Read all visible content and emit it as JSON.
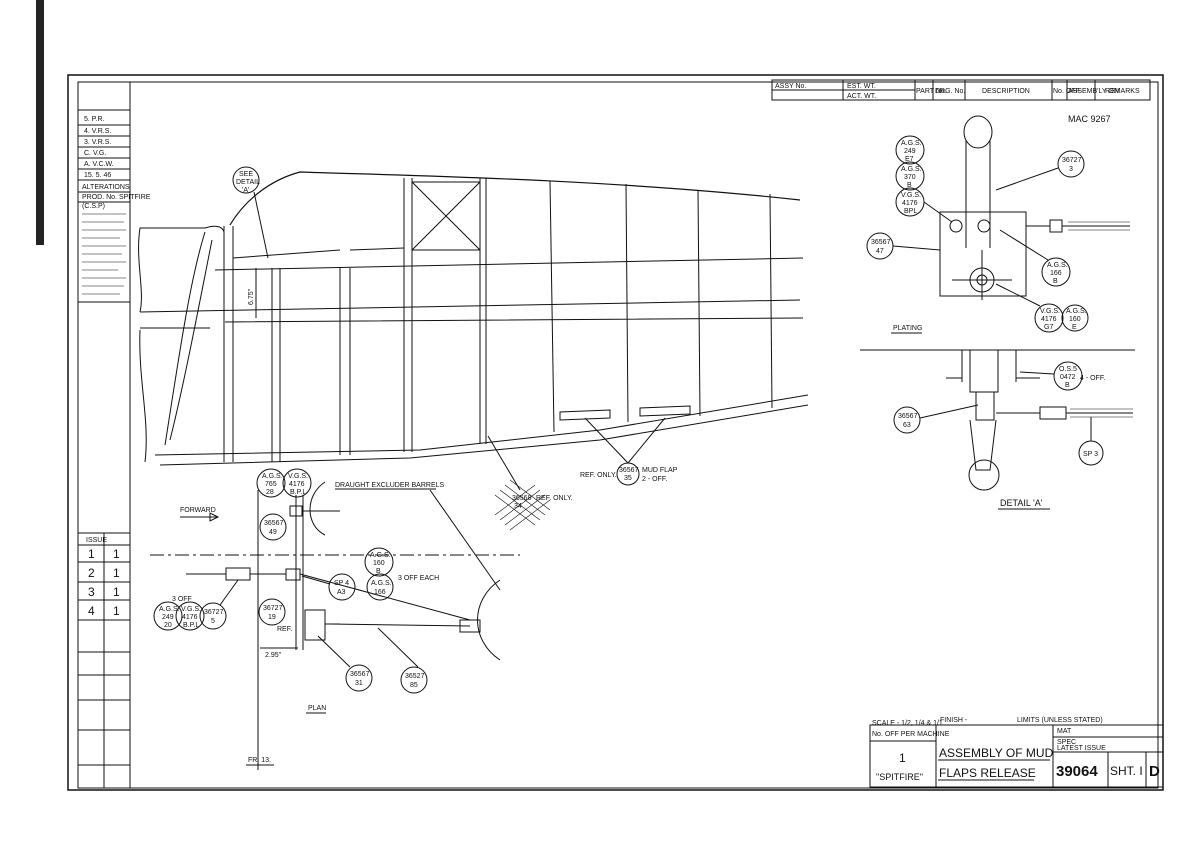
{
  "header_table": {
    "assy_no": "ASSY No.",
    "est_wt": "EST. WT.",
    "act_wt": "ACT. WT.",
    "part_no": "PART No.",
    "drg_no": "DRG. No.",
    "description": "DESCRIPTION",
    "no_off": "No. OFF",
    "assembly_on": "ASSEMB'LY ON",
    "remarks": "REMARKS"
  },
  "mod_ref": "MAC 9267",
  "left_block": {
    "rows": [
      "5. P.R.",
      "4. V.R.S.",
      "3. V.R.S.",
      "C. V.G.",
      "A. V.C.W.",
      "15. 5. 46",
      "ALTERATIONS",
      "PROD. No. SPITFIRE",
      "(C.S.P)"
    ],
    "issue_header": "ISSUE",
    "issue_rows": [
      [
        "1",
        "1"
      ],
      [
        "2",
        "1"
      ],
      [
        "3",
        "1"
      ],
      [
        "4",
        "1"
      ]
    ]
  },
  "labels": {
    "see_detail": [
      "SEE",
      "DETAIL",
      "'A'"
    ],
    "dim_vertical": "6.75\"",
    "dim_horizontal": "2.95\"",
    "forward": "FORWARD",
    "draught_excluder": "DRAUGHT EXCLUDER BARRELS",
    "ref_only_mud_flap": "REF. ONLY.",
    "mud_flap": "MUD FLAP",
    "two_off": "2 - OFF.",
    "ref_only_hatch": "REF. ONLY.",
    "three_off_each": "3 OFF EACH",
    "three_off": "3 OFF",
    "ref": "REF.",
    "plan": "PLAN",
    "fr13": "FR. 13.",
    "plating": "PLATING",
    "four_off": "4 - OFF.",
    "detail_a": "DETAIL 'A'"
  },
  "balloons": {
    "ags249": [
      "A.G.S.",
      "249",
      "E7"
    ],
    "ags370": [
      "A.G.S.",
      "370",
      "B"
    ],
    "vgs4176": [
      "V.G.S.",
      "4176",
      "BPL"
    ],
    "p36727_3": [
      "36727",
      "3"
    ],
    "p36567_47": [
      "36567",
      "47"
    ],
    "ags166_detail": [
      "A.G.S.",
      "166",
      "B"
    ],
    "vgs4176_g7": [
      "V.G.S.",
      "4176",
      "G7"
    ],
    "ags160_e": [
      "A.G.S.",
      "160",
      "E"
    ],
    "os5": [
      "O.S.5",
      "0472",
      "B"
    ],
    "p36567_63": [
      "36567",
      "63"
    ],
    "sp3": [
      "SP 3"
    ],
    "p36567_35": [
      "36567",
      "35"
    ],
    "p36568": [
      "36568",
      "34"
    ],
    "ags765": [
      "A.G.S.",
      "765",
      "28"
    ],
    "vgs4176_plan": [
      "V.G.S.",
      "4176",
      "B.P.L"
    ],
    "p36567_49": [
      "36567",
      "49"
    ],
    "ags160_b": [
      "A.G.S.",
      "160",
      "B"
    ],
    "sp4": [
      "SP 4",
      "A3"
    ],
    "ags166_plan": [
      "A.G.S.",
      "166"
    ],
    "ags249_plan": [
      "A.G.S.",
      "249",
      "20"
    ],
    "vgs4176_bpl2": [
      "V.G.S.",
      "4176",
      "B.P.L"
    ],
    "p36727_5": [
      "36727",
      "5"
    ],
    "p36727_19": [
      "36727",
      "19"
    ],
    "p36567_31": [
      "36567",
      "31"
    ],
    "p36527_85": [
      "36527",
      "85"
    ]
  },
  "title_block": {
    "scale": "SCALE - 1/2, 1/4 & 1/1",
    "finish": "FINISH -",
    "limits": "LIMITS (UNLESS STATED)",
    "no_off_per_machine": "No. OFF PER MACHINE",
    "qty": "1",
    "aircraft": "\"SPITFIRE\"",
    "title_line1": "ASSEMBLY OF MUD",
    "title_line2": "FLAPS RELEASE",
    "mat": "MAT",
    "spec": "SPEC",
    "latest_issue": "LATEST ISSUE",
    "drawing_no": "39064",
    "sheet": "SHT. I",
    "size": "D"
  },
  "colors": {
    "ink": "#111111",
    "paper": "#ffffff"
  }
}
